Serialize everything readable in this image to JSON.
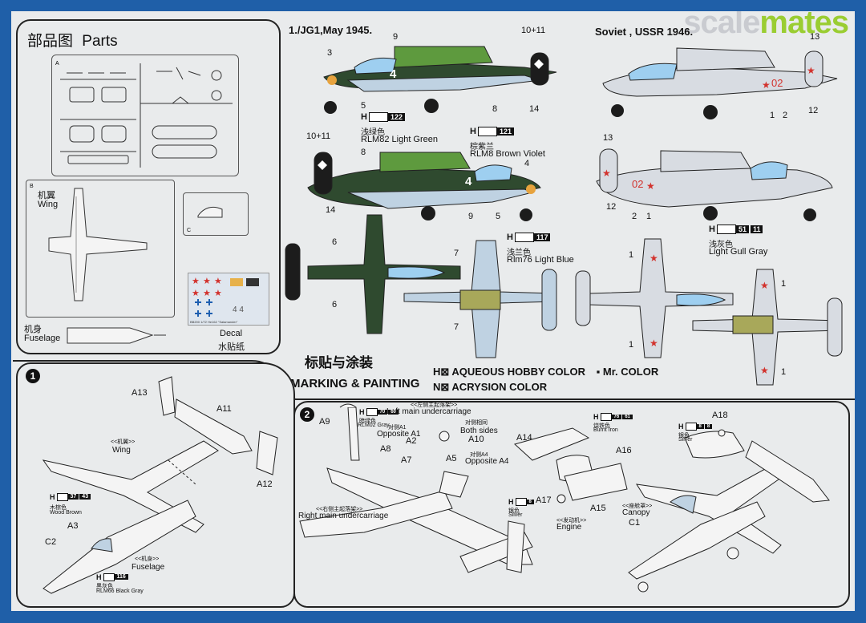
{
  "watermark": {
    "part1": "scale",
    "part2": "mates",
    "color1": "#c9cbd0",
    "color2": "#9acd32"
  },
  "parts": {
    "title_cn": "部品图",
    "title_en": "Parts",
    "wing_cn": "机翼",
    "wing_en": "Wing",
    "fuselage_cn": "机身",
    "fuselage_en": "Fuselage",
    "decal_en": "Decal",
    "decal_cn": "水贴纸",
    "decal_code": "BB200 1/72 He162 \"Salamander\"",
    "sprue_labels": [
      "A",
      "B",
      "C"
    ]
  },
  "schemes": {
    "luftwaffe_title": "1./JG1,May 1945.",
    "soviet_title": "Soviet , USSR 1946.",
    "callouts_top_left": [
      "3",
      "9",
      "4",
      "5",
      "8",
      "14",
      "10+11"
    ],
    "callouts_top_right": [
      "13",
      "1",
      "2",
      "12"
    ],
    "callouts_mid_left": [
      "10+11",
      "8",
      "4",
      "14",
      "9",
      "5"
    ],
    "callouts_mid_right": [
      "13",
      "12",
      "2",
      "1"
    ],
    "callouts_plan": [
      "6",
      "6",
      "7",
      "7",
      "1",
      "1",
      "1",
      "1"
    ],
    "fuselage_codes": [
      "4",
      "4",
      "02",
      "02"
    ]
  },
  "colors": {
    "c122": {
      "letter": "H",
      "num": "122",
      "cn": "浅绿色",
      "en": "RLM82 Light Green"
    },
    "c121": {
      "letter": "H",
      "num": "121",
      "cn": "棕紫兰",
      "en": "RLM8 Brown Violet"
    },
    "c117": {
      "letter": "H",
      "num": "117",
      "cn": "浅兰色",
      "en": "Rlm76 Light Blue"
    },
    "c51": {
      "letter": "H",
      "num": "51",
      "num2": "11",
      "cn": "浅灰色",
      "en": "Light Gull Gray"
    }
  },
  "marking": {
    "title_cn": "标贴与涂装",
    "title_en": "MARKING & PAINTING",
    "legend1_a": "AQUEOUS HOBBY COLOR",
    "legend1_b": "Mr. COLOR",
    "legend2": "ACRYSION COLOR",
    "legend_h": "H",
    "legend_n": "N"
  },
  "step1": {
    "num": "1",
    "parts": [
      "A13",
      "A11",
      "A12",
      "A3",
      "C2"
    ],
    "wing_cn": "<<机翼>>",
    "wing_en": "Wing",
    "fuselage_cn": "<<机身>>",
    "fuselage_en": "Fuselage",
    "c37": {
      "letter": "H",
      "num": "37",
      "num2": "43",
      "cn": "木棕色",
      "en": "Wood Brown"
    },
    "c116": {
      "letter": "H",
      "num": "116",
      "cn": "黑灰色",
      "en": "RLM66 Black Gray"
    }
  },
  "step2": {
    "num": "2",
    "left_gear_cn": "<<左侧主起落架>>",
    "left_gear_en": "Left main undercarriage",
    "right_gear_cn": "<<右侧主起落架>>",
    "right_gear_en": "Right main undercarriage",
    "c70": {
      "letter": "H",
      "num": "70",
      "num2": "60",
      "cn": "暗绿色",
      "en": "RLM02 Gray"
    },
    "c76": {
      "letter": "H",
      "num": "76",
      "num2": "61",
      "cn": "烧铁色",
      "en": "Burnt Iron"
    },
    "c8a": {
      "letter": "H",
      "num": "8",
      "num2": "8",
      "cn": "银色",
      "en": "Silver"
    },
    "c8b": {
      "letter": "H",
      "num": "8",
      "num2": "8",
      "cn": "银色",
      "en": "Silver"
    },
    "c8c": {
      "letter": "H",
      "num": "8",
      "num2": "8",
      "cn": "银色",
      "en": "Silver"
    },
    "opp_a1_cn": "对侧A1",
    "opp_a1_en": "Opposite A1",
    "both_cn": "对侧相同",
    "both_en": "Both sides",
    "opp_a4_cn": "对侧A4",
    "opp_a4_en": "Opposite A4",
    "engine_cn": "<<发动机>>",
    "engine_en": "Engine",
    "canopy_cn": "<<座舱罩>>",
    "canopy_en": "Canopy",
    "parts": [
      "A9",
      "A8",
      "A2",
      "A10",
      "A7",
      "A5",
      "A14",
      "A16",
      "A17",
      "A15",
      "A18",
      "C1"
    ]
  }
}
